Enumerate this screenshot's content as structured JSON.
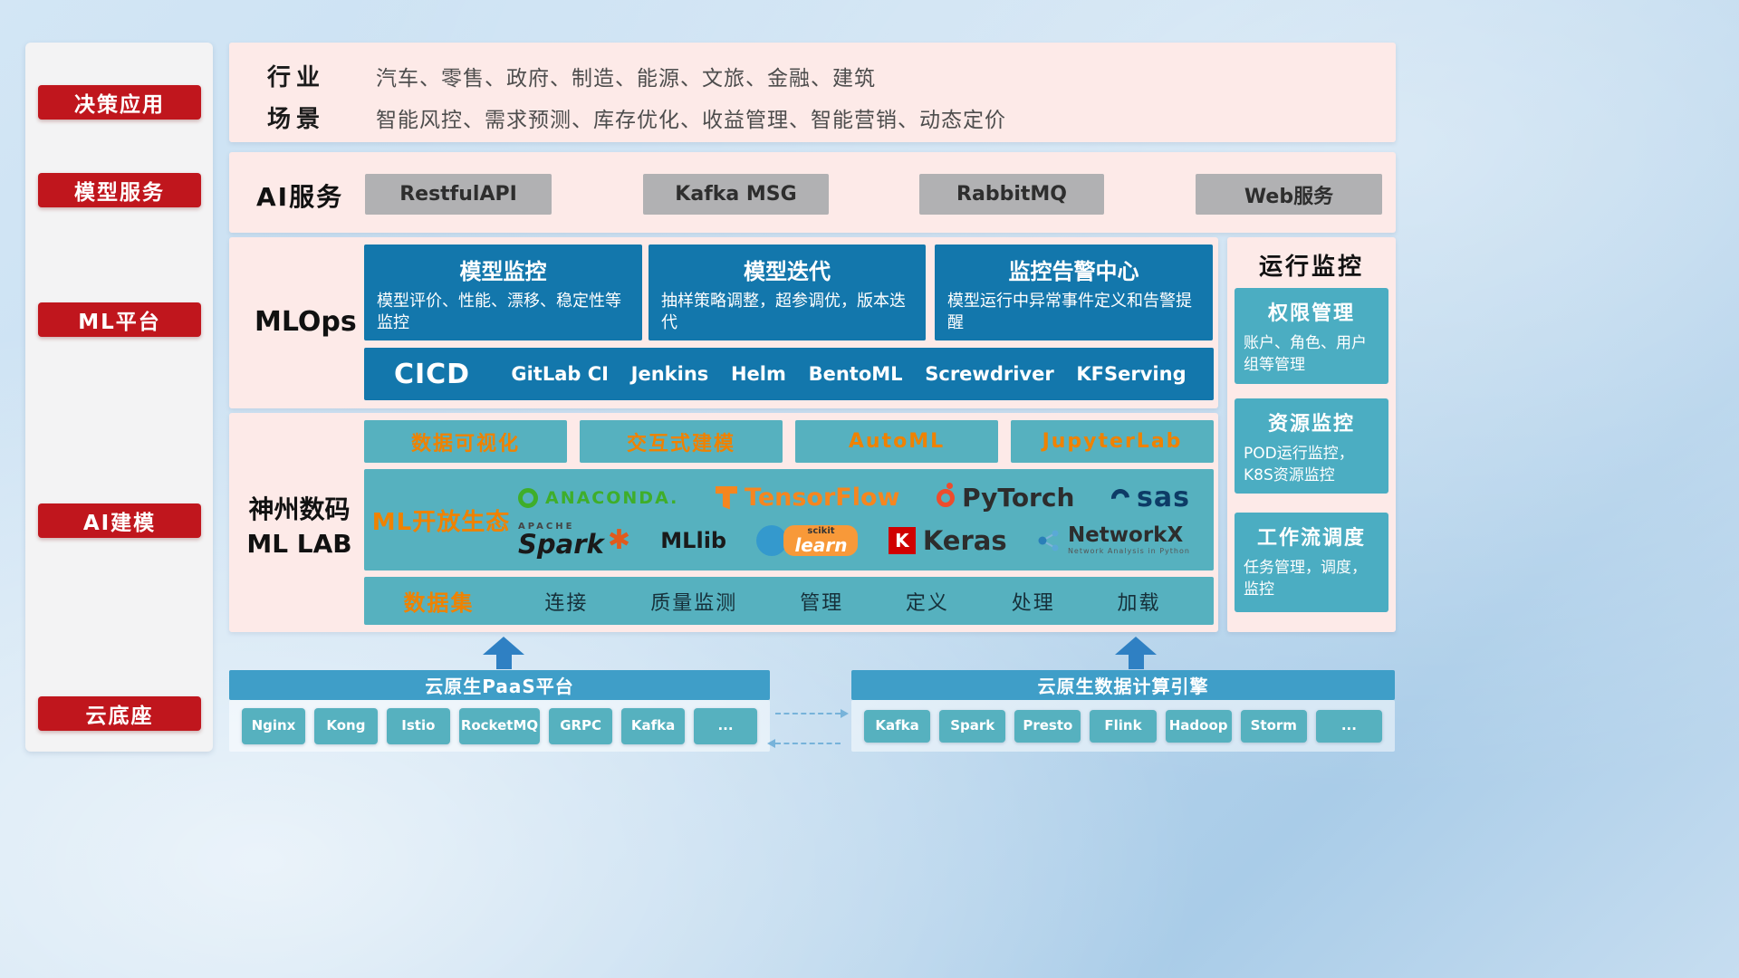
{
  "colors": {
    "sidebar_red": "#c0161d",
    "panel_pink": "#fdeae8",
    "deep_blue": "#1377ac",
    "teal": "#56b1bf",
    "orange_accent": "#ef8200",
    "header_blue": "#3f9ec8",
    "arrow_blue": "#2f80c3"
  },
  "sidebar": {
    "items": [
      {
        "label": "决策应用"
      },
      {
        "label": "模型服务"
      },
      {
        "label": "ML平台"
      },
      {
        "label": "AI建模"
      },
      {
        "label": "云底座"
      }
    ]
  },
  "industry": {
    "row1_label": "行业",
    "row1_text": "汽车、零售、政府、制造、能源、文旅、金融、建筑",
    "row2_label": "场景",
    "row2_text": "智能风控、需求预测、库存优化、收益管理、智能营销、动态定价"
  },
  "ai_service": {
    "label": "AI服务",
    "items": [
      "RestfulAPI",
      "Kafka MSG",
      "RabbitMQ",
      "Web服务"
    ]
  },
  "mlops": {
    "label": "MLOps",
    "cards": [
      {
        "title": "模型监控",
        "desc": "模型评价、性能、漂移、稳定性等监控"
      },
      {
        "title": "模型迭代",
        "desc": "抽样策略调整，超参调优，版本迭代"
      },
      {
        "title": "监控告警中心",
        "desc": "模型运行中异常事件定义和告警提醒"
      }
    ],
    "cicd_label": "CICD",
    "cicd_tools": [
      "GitLab CI",
      "Jenkins",
      "Helm",
      "BentoML",
      "Screwdriver",
      "KFServing"
    ]
  },
  "mllab": {
    "label_line1": "神州数码",
    "label_line2": "ML LAB",
    "tools": [
      "数据可视化",
      "交互式建模",
      "AutoML",
      "JupyterLab"
    ],
    "eco_label": "ML开放生态",
    "logos": {
      "anaconda": "ANACONDA.",
      "tensorflow": "TensorFlow",
      "pytorch": "PyTorch",
      "sas": "sas",
      "apache": "APACHE",
      "spark": "Spark",
      "spark_star": "✱",
      "mllib": "MLlib",
      "scikit_small": "scikit",
      "scikit_main": "learn",
      "keras_mark": "K",
      "keras": "Keras",
      "networkx": "NetworkX",
      "networkx_sub": "Network Analysis in Python"
    },
    "dataset_label": "数据集",
    "dataset_items": [
      "连接",
      "质量监测",
      "管理",
      "定义",
      "处理",
      "加载"
    ]
  },
  "monitoring": {
    "title": "运行监控",
    "cards": [
      {
        "title": "权限管理",
        "desc": "账户、角色、用户组等管理"
      },
      {
        "title": "资源监控",
        "desc": "POD运行监控，K8S资源监控"
      },
      {
        "title": "工作流调度",
        "desc": "任务管理，调度，监控"
      }
    ]
  },
  "cloud": {
    "paas": {
      "title": "云原生PaaS平台",
      "items": [
        "Nginx",
        "Kong",
        "Istio",
        "RocketMQ",
        "GRPC",
        "Kafka",
        "..."
      ]
    },
    "engine": {
      "title": "云原生数据计算引擎",
      "items": [
        "Kafka",
        "Spark",
        "Presto",
        "Flink",
        "Hadoop",
        "Storm",
        "..."
      ]
    }
  }
}
